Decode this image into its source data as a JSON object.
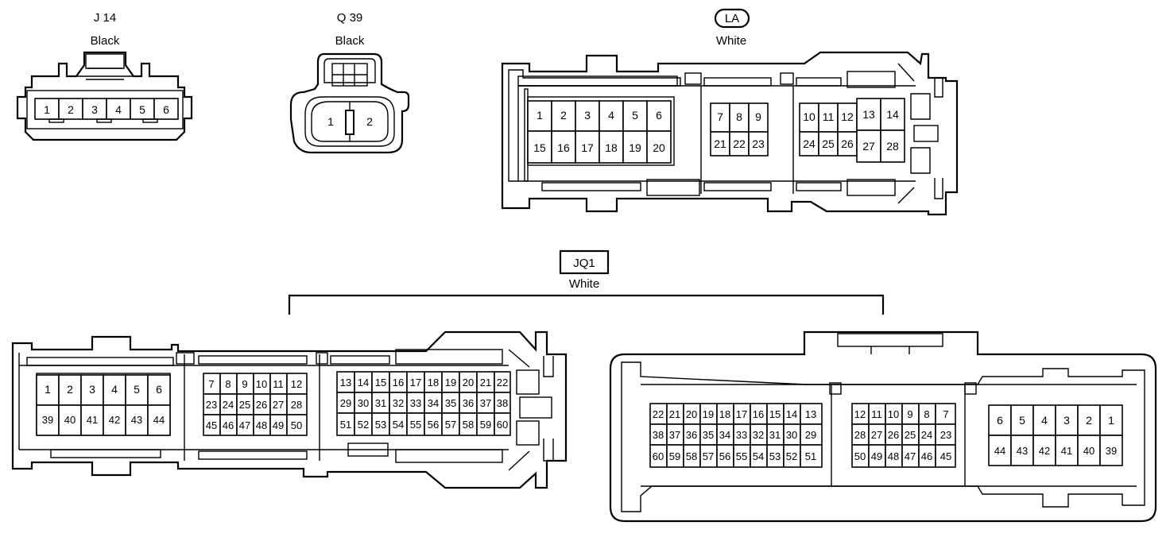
{
  "connectors": {
    "j14": {
      "code": "J 14",
      "color": "Black",
      "pins": [
        "1",
        "2",
        "3",
        "4",
        "5",
        "6"
      ]
    },
    "q39": {
      "code": "Q 39",
      "color": "Black",
      "pins": [
        "1",
        "2"
      ]
    },
    "la": {
      "code": "LA",
      "color": "White",
      "pins_a_top": [
        "1",
        "2",
        "3",
        "4",
        "5",
        "6"
      ],
      "pins_a_bot": [
        "15",
        "16",
        "17",
        "18",
        "19",
        "20"
      ],
      "pins_b_top": [
        "7",
        "8",
        "9"
      ],
      "pins_b_bot": [
        "21",
        "22",
        "23"
      ],
      "pins_c_top": [
        "10",
        "11",
        "12"
      ],
      "pins_c_bot": [
        "24",
        "25",
        "26"
      ],
      "pins_d_top": [
        "13",
        "14"
      ],
      "pins_d_bot": [
        "27",
        "28"
      ]
    },
    "jq1": {
      "code": "JQ1",
      "color": "White",
      "left": {
        "a_top": [
          "1",
          "2",
          "3",
          "4",
          "5",
          "6"
        ],
        "a_bot": [
          "39",
          "40",
          "41",
          "42",
          "43",
          "44"
        ],
        "b_r1": [
          "7",
          "8",
          "9",
          "10",
          "11",
          "12"
        ],
        "b_r2": [
          "23",
          "24",
          "25",
          "26",
          "27",
          "28"
        ],
        "b_r3": [
          "45",
          "46",
          "47",
          "48",
          "49",
          "50"
        ],
        "c_r1": [
          "13",
          "14",
          "15",
          "16",
          "17",
          "18",
          "19",
          "20",
          "21",
          "22"
        ],
        "c_r2": [
          "29",
          "30",
          "31",
          "32",
          "33",
          "34",
          "35",
          "36",
          "37",
          "38"
        ],
        "c_r3": [
          "51",
          "52",
          "53",
          "54",
          "55",
          "56",
          "57",
          "58",
          "59",
          "60"
        ]
      },
      "right": {
        "a_r1": [
          "22",
          "21",
          "20",
          "19",
          "18",
          "17",
          "16",
          "15",
          "14",
          "13"
        ],
        "a_r2": [
          "38",
          "37",
          "36",
          "35",
          "34",
          "33",
          "32",
          "31",
          "30",
          "29"
        ],
        "a_r3": [
          "60",
          "59",
          "58",
          "57",
          "56",
          "55",
          "54",
          "53",
          "52",
          "51"
        ],
        "b_r1": [
          "12",
          "11",
          "10",
          "9",
          "8",
          "7"
        ],
        "b_r2": [
          "28",
          "27",
          "26",
          "25",
          "24",
          "23"
        ],
        "b_r3": [
          "50",
          "49",
          "48",
          "47",
          "46",
          "45"
        ],
        "c_top": [
          "6",
          "5",
          "4",
          "3",
          "2",
          "1"
        ],
        "c_bot": [
          "44",
          "43",
          "42",
          "41",
          "40",
          "39"
        ]
      }
    }
  }
}
